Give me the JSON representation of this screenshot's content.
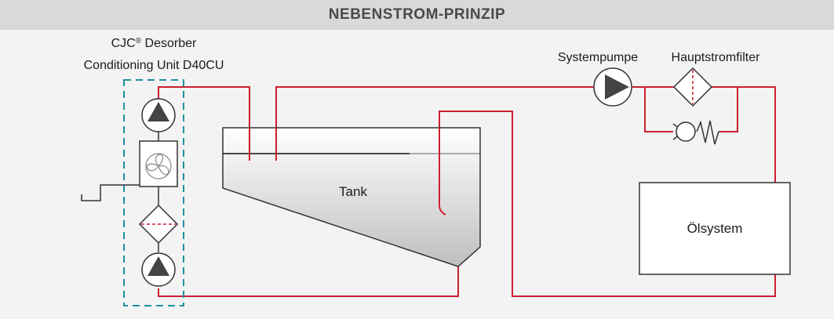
{
  "header": {
    "title": "NEBENSTROM-PRINZIP"
  },
  "unit": {
    "name_line1": "CJC",
    "registered": "®",
    "name_line1_suffix": " Desorber",
    "name_line2": "Conditioning Unit D40CU"
  },
  "components": {
    "pump_label": "Systempumpe",
    "filter_label": "Hauptstromfilter",
    "tank_label": "Tank",
    "oil_system_label": "Ölsystem"
  },
  "colors": {
    "pipe": "#cc1f2f",
    "dashed_box": "#1e90a0",
    "component_fill": "#ffffff",
    "outline": "#333333"
  },
  "icons": [
    "pump-icon",
    "desorber-fan-icon",
    "filter-icon",
    "check-valve-icon",
    "spring-icon"
  ]
}
